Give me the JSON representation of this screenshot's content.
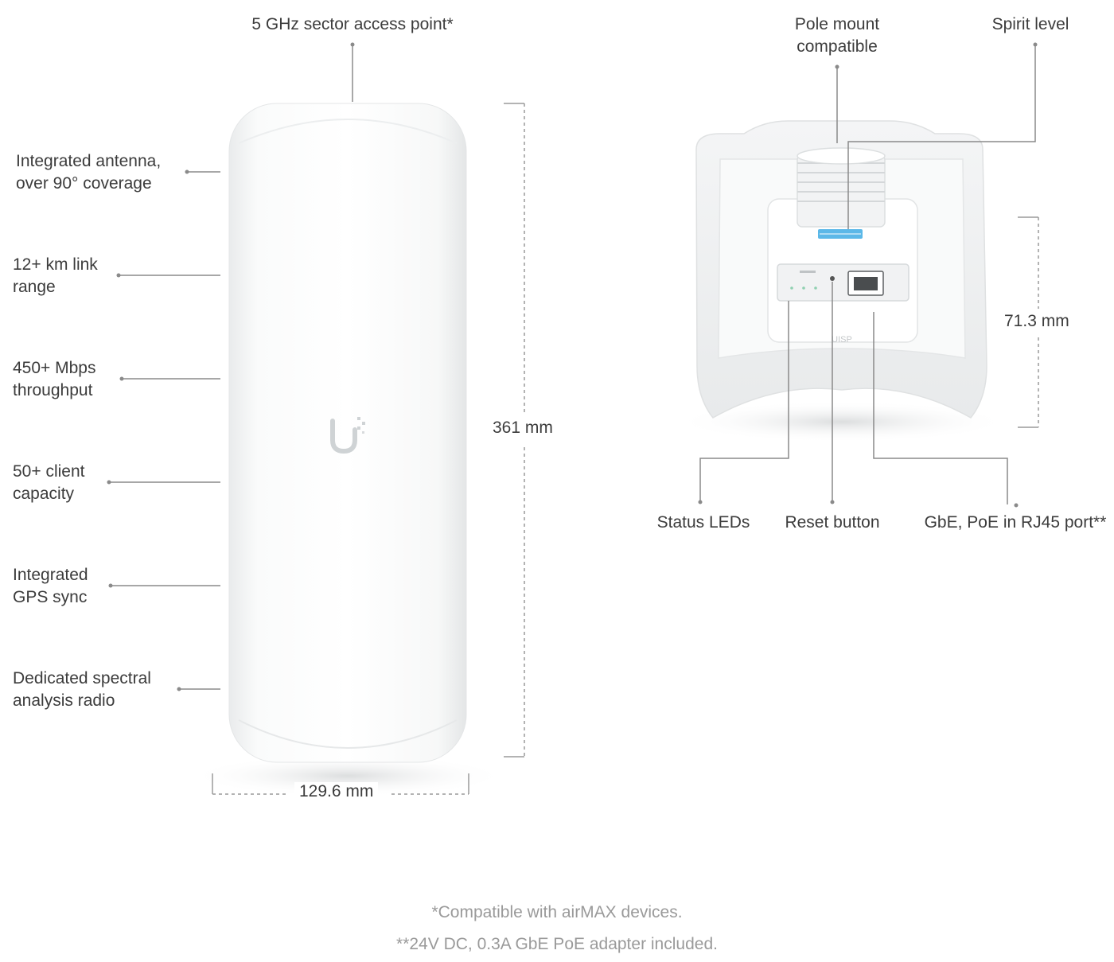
{
  "device": {
    "logo_icon": "ubiquiti-u-logo-icon",
    "top_callout": "5 GHz sector access point*"
  },
  "features": [
    {
      "line1": "Integrated antenna,",
      "line2": "over 90° coverage"
    },
    {
      "line1": "12+ km link",
      "line2": "range"
    },
    {
      "line1": "450+ Mbps",
      "line2": "throughput"
    },
    {
      "line1": "50+ client",
      "line2": "capacity"
    },
    {
      "line1": "Integrated",
      "line2": "GPS sync"
    },
    {
      "line1": "Dedicated spectral",
      "line2": "analysis radio"
    }
  ],
  "dimensions": {
    "height": "361 mm",
    "width": "129.6 mm",
    "mount_height": "71.3 mm"
  },
  "back_view": {
    "pole_mount": {
      "line1": "Pole mount",
      "line2": "compatible"
    },
    "spirit_level": "Spirit  level",
    "status_leds": "Status LEDs",
    "reset_button": "Reset button",
    "rj45_port": "GbE, PoE in RJ45 port**",
    "port_label": "UISP"
  },
  "footnotes": {
    "note1": "*Compatible with airMAX  devices.",
    "note2": "**24V DC, 0.3A GbE PoE adapter included."
  },
  "colors": {
    "leader": "#8a8a8a",
    "dimension": "#9a9a9a",
    "device_body": "#f7f8f8",
    "spirit_level": "#5bb8e8",
    "footnote": "#9a9a9a"
  }
}
